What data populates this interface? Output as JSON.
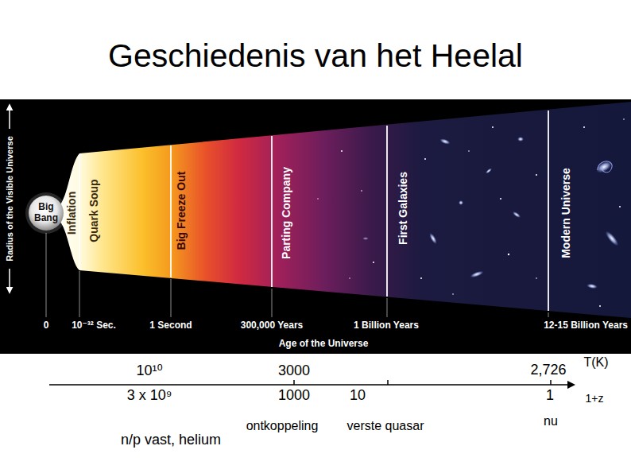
{
  "diagram": {
    "title": "Geschiedenis van het Heelal",
    "labels": [
      "Radius of the Visible Universe",
      "Big Bang",
      "Inflation",
      "Quark Soup",
      "Big Freeze Out",
      "Parting Company",
      "First Galaxies",
      "Modern Universe",
      "0",
      "10⁻³² Sec.",
      "1 Second",
      "300,000 Years",
      "1 Billion Years",
      "12-15 Billion Years",
      "Age of the Universe",
      "T(K)",
      "10¹⁰",
      "3000",
      "2,726",
      "3 x 10⁹",
      "1000",
      "10",
      "1",
      "1+z",
      "n/p vast, helium",
      "ontkoppeling",
      "verste quasar",
      "nu"
    ]
  }
}
